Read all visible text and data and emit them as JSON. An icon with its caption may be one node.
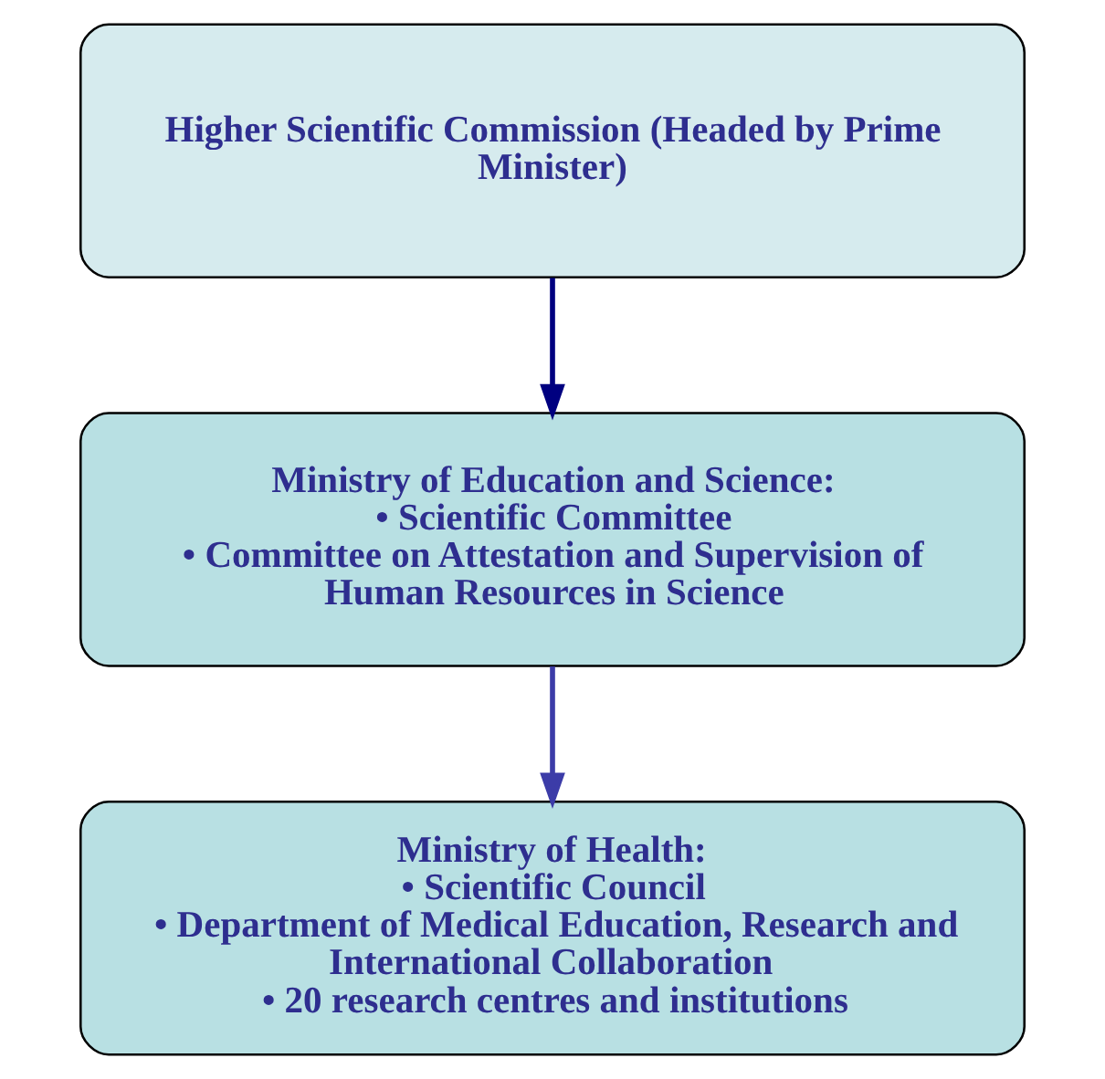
{
  "diagram": {
    "nodes": [
      {
        "text": [
          "Higher Scientific Commission (Headed by Prime Minister)"
        ]
      },
      {
        "text": [
          "Ministry of Education and Science:",
          "• Scientific Committee",
          "• Committee on Attestation and Supervision of Human Resources in Science"
        ]
      },
      {
        "text": [
          "Ministry of Health:",
          "• Scientific Council",
          "• Department of Medical Education, Research and International Collaboration",
          "• 20 research centres and institutions"
        ]
      }
    ],
    "edges": [
      {
        "from": 0,
        "to": 1,
        "arrow": "to"
      },
      {
        "from": 1,
        "to": 2,
        "arrow": "to",
        "color": "#3c3ca8"
      }
    ]
  }
}
